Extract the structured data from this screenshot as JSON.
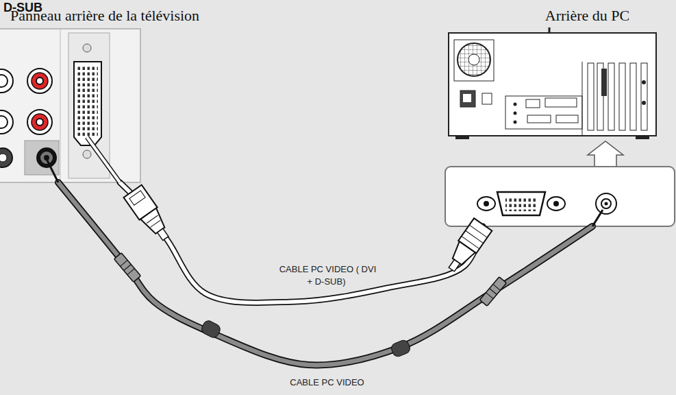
{
  "diagram": {
    "title": "D-SUB",
    "nodes": [
      {
        "text": [
          "Panneau arrière de la télévision"
        ]
      },
      {
        "text": [
          "Arrière du PC"
        ]
      }
    ],
    "edges": [
      {
        "from": 0,
        "to": 1,
        "arrow": "none",
        "label": "CABLE PC VIDEO ( DVI + D-SUB)"
      },
      {
        "from": 0,
        "to": 1,
        "arrow": "none",
        "label": "CABLE PC VIDEO"
      }
    ]
  }
}
